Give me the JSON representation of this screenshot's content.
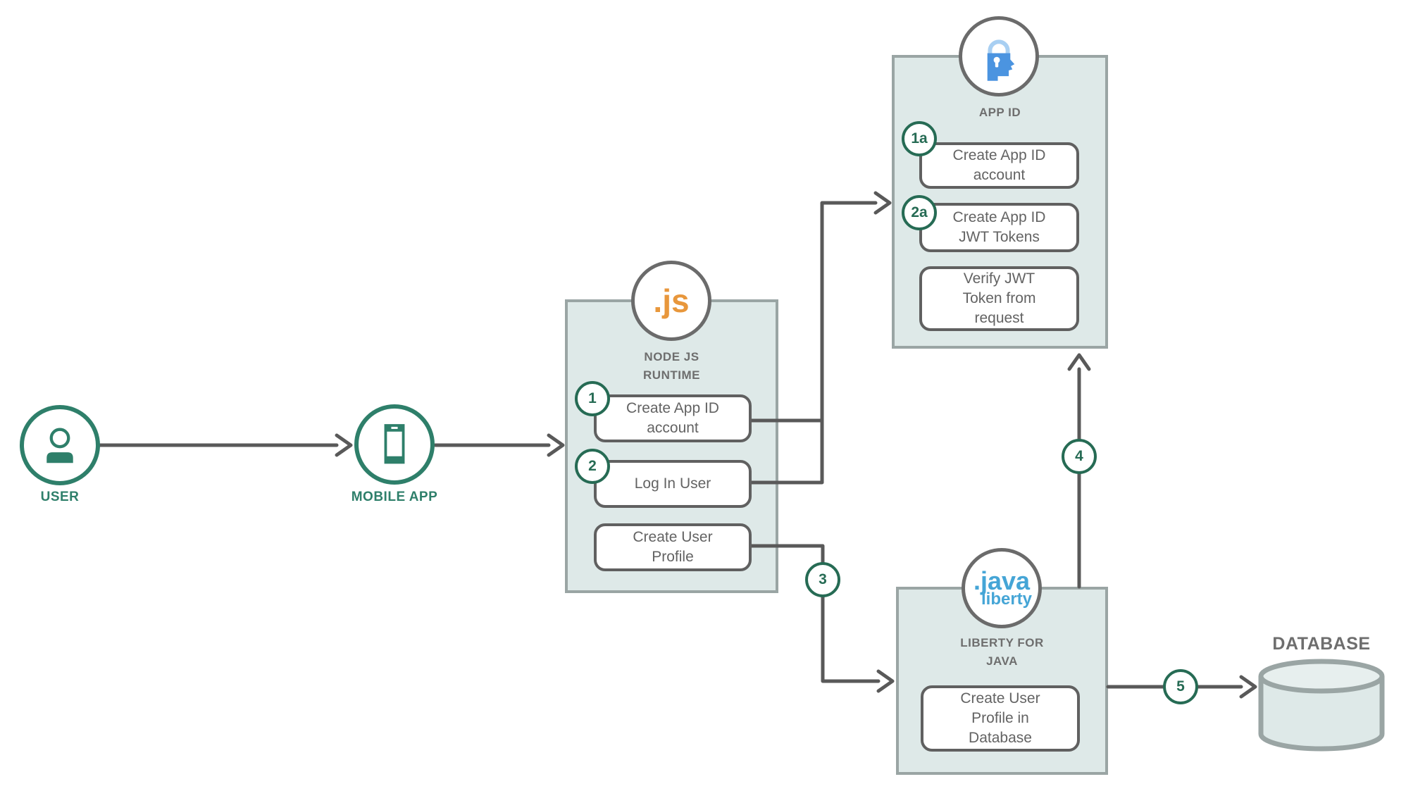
{
  "diagram": {
    "colors": {
      "panel_fill": "#dee9e8",
      "panel_border": "#9aa5a4",
      "line_gray": "#595959",
      "accent_green": "#2e7f6a",
      "badge_green": "#266b54",
      "nodejs_orange": "#e8973c",
      "liberty_blue": "#45a5d6",
      "appid_blue": "#4b94e0"
    },
    "actors": {
      "user": {
        "label": "USER"
      },
      "mobile": {
        "label": "MOBILE APP"
      }
    },
    "nodejs": {
      "logo": ".js",
      "label": [
        "NODE JS",
        "RUNTIME"
      ],
      "steps": [
        [
          "Create App ID",
          "account"
        ],
        [
          "Log In User"
        ],
        [
          "Create User",
          "Profile"
        ]
      ]
    },
    "appid": {
      "label": "APP ID",
      "steps": [
        [
          "Create App ID",
          "account"
        ],
        [
          "Create App ID",
          "JWT Tokens"
        ],
        [
          "Verify JWT",
          "Token from",
          "request"
        ]
      ]
    },
    "liberty": {
      "logo_top": ".java",
      "logo_bottom": "liberty",
      "label": [
        "LIBERTY FOR",
        "JAVA"
      ],
      "steps": [
        [
          "Create User",
          "Profile in",
          "Database"
        ]
      ]
    },
    "database": {
      "label": "DATABASE"
    },
    "badges": {
      "b1": "1",
      "b2": "2",
      "b3": "3",
      "b4": "4",
      "b5": "5",
      "b1a": "1a",
      "b2a": "2a"
    }
  }
}
